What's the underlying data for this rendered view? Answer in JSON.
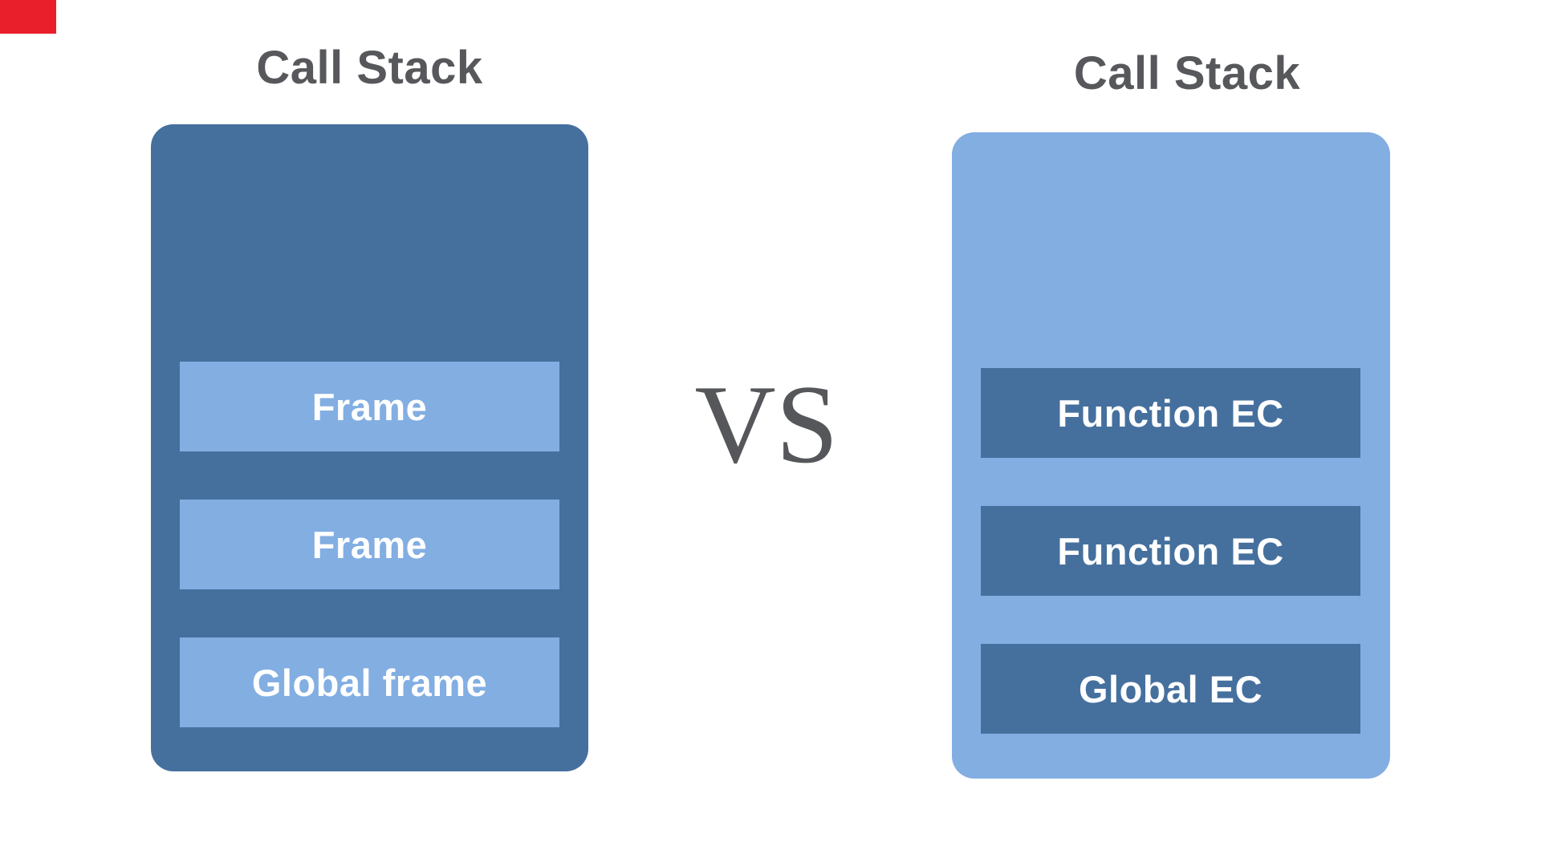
{
  "page": {
    "background_color": "#ffffff",
    "marker_color": "#e9202c"
  },
  "left_stack": {
    "title": "Call Stack",
    "container_color": "#45709e",
    "frame_color": "#82aee2",
    "text_color": "#ffffff",
    "frames": [
      {
        "label": "Frame"
      },
      {
        "label": "Frame"
      },
      {
        "label": "Global frame"
      }
    ]
  },
  "divider": {
    "label": "VS",
    "color": "#56575a"
  },
  "right_stack": {
    "title": "Call Stack",
    "container_color": "#82aee2",
    "frame_color": "#45709e",
    "text_color": "#ffffff",
    "frames": [
      {
        "label": "Function EC"
      },
      {
        "label": "Function EC"
      },
      {
        "label": "Global EC"
      }
    ]
  }
}
